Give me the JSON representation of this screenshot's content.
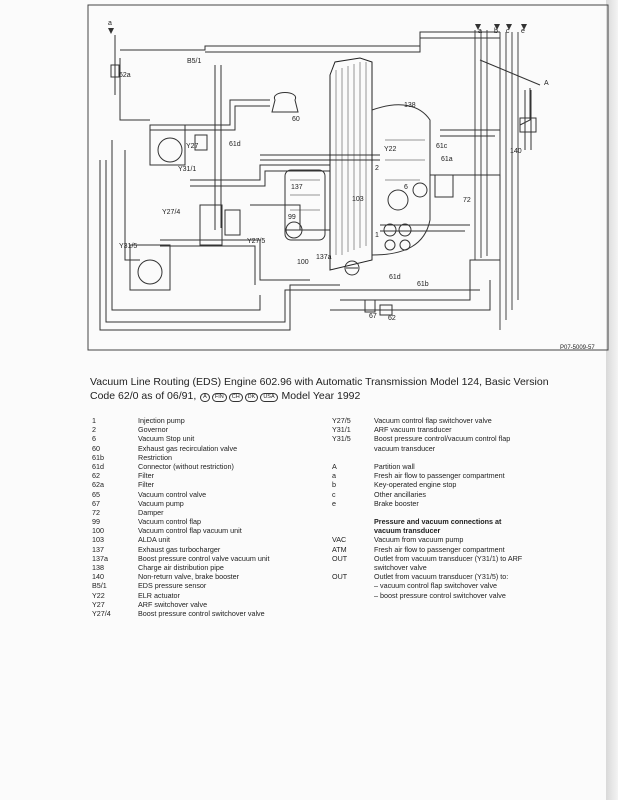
{
  "diagram": {
    "callouts": [
      {
        "id": "a_top_left",
        "text": "a"
      },
      {
        "id": "b51",
        "text": "B5/1"
      },
      {
        "id": "62a",
        "text": "62a"
      },
      {
        "id": "60",
        "text": "60"
      },
      {
        "id": "y27",
        "text": "Y27"
      },
      {
        "id": "y311",
        "text": "Y31/1"
      },
      {
        "id": "61d_upper",
        "text": "61d"
      },
      {
        "id": "138",
        "text": "138"
      },
      {
        "id": "y22",
        "text": "Y22"
      },
      {
        "id": "61c",
        "text": "61c"
      },
      {
        "id": "61a",
        "text": "61a"
      },
      {
        "id": "2",
        "text": "2"
      },
      {
        "id": "6",
        "text": "6"
      },
      {
        "id": "72",
        "text": "72"
      },
      {
        "id": "137",
        "text": "137"
      },
      {
        "id": "103",
        "text": "103"
      },
      {
        "id": "y274",
        "text": "Y27/4"
      },
      {
        "id": "99",
        "text": "99"
      },
      {
        "id": "y275",
        "text": "Y27/5"
      },
      {
        "id": "y315",
        "text": "Y31/5"
      },
      {
        "id": "100",
        "text": "100"
      },
      {
        "id": "137a",
        "text": "137a"
      },
      {
        "id": "1",
        "text": "1"
      },
      {
        "id": "61d_lower",
        "text": "61d"
      },
      {
        "id": "61b",
        "text": "61b"
      },
      {
        "id": "67",
        "text": "67"
      },
      {
        "id": "62",
        "text": "62"
      },
      {
        "id": "a_right",
        "text": "a"
      },
      {
        "id": "b_right",
        "text": "b"
      },
      {
        "id": "c_right",
        "text": "c"
      },
      {
        "id": "e_right",
        "text": "e"
      },
      {
        "id": "A_wall",
        "text": "A"
      },
      {
        "id": "140",
        "text": "140"
      },
      {
        "id": "ref",
        "text": "P07-5009-57"
      }
    ]
  },
  "caption": {
    "line1": "Vacuum Line Routing (EDS) Engine 602.96 with Automatic Transmission Model 124, Basic Version",
    "line2_prefix": "Code 62/0 as of 06/91,",
    "badges": [
      "A",
      "FIN",
      "CH",
      "DK",
      "USA"
    ],
    "line2_suffix": "Model Year 1992"
  },
  "legend_left": [
    {
      "code": "1",
      "desc": "Injection pump"
    },
    {
      "code": "2",
      "desc": "Governor"
    },
    {
      "code": "6",
      "desc": "Vacuum Stop unit"
    },
    {
      "code": "60",
      "desc": "Exhaust gas recirculation valve"
    },
    {
      "code": "61b",
      "desc": "Restriction"
    },
    {
      "code": "61d",
      "desc": "Connector (without restriction)"
    },
    {
      "code": "62",
      "desc": "Filter"
    },
    {
      "code": "62a",
      "desc": "Filter"
    },
    {
      "code": "65",
      "desc": "Vacuum control valve"
    },
    {
      "code": "67",
      "desc": "Vacuum pump"
    },
    {
      "code": "72",
      "desc": "Damper"
    },
    {
      "code": "99",
      "desc": "Vacuum control flap"
    },
    {
      "code": "100",
      "desc": "Vacuum control flap vacuum unit"
    },
    {
      "code": "103",
      "desc": "ALDA unit"
    },
    {
      "code": "137",
      "desc": "Exhaust gas turbocharger"
    },
    {
      "code": "137a",
      "desc": "Boost pressure control valve vacuum unit"
    },
    {
      "code": "138",
      "desc": "Charge air distribution pipe"
    },
    {
      "code": "140",
      "desc": "Non-return valve, brake booster"
    },
    {
      "code": "B5/1",
      "desc": "EDS pressure sensor"
    },
    {
      "code": "Y22",
      "desc": "ELR actuator"
    },
    {
      "code": "Y27",
      "desc": "ARF switchover valve"
    },
    {
      "code": "Y27/4",
      "desc": "Boost pressure control switchover valve"
    }
  ],
  "legend_right_top": [
    {
      "code": "Y27/5",
      "desc": "Vacuum control flap switchover valve"
    },
    {
      "code": "Y31/1",
      "desc": "ARF vacuum transducer"
    },
    {
      "code": "Y31/5",
      "desc": "Boost pressure control/vacuum control flap vacuum transducer"
    }
  ],
  "legend_right_mid": [
    {
      "code": "A",
      "desc": "Partition wall"
    },
    {
      "code": "a",
      "desc": "Fresh air flow to passenger compartment"
    },
    {
      "code": "b",
      "desc": "Key-operated engine stop"
    },
    {
      "code": "c",
      "desc": "Other ancillaries"
    },
    {
      "code": "e",
      "desc": "Brake booster"
    }
  ],
  "legend_right_heading": "Pressure and vacuum connections at vacuum transducer",
  "legend_right_bottom": [
    {
      "code": "VAC",
      "desc": "Vacuum from vacuum pump"
    },
    {
      "code": "ATM",
      "desc": "Fresh air flow to passenger compartment"
    },
    {
      "code": "OUT",
      "desc": "Outlet from vacuum transducer (Y31/1) to ARF switchover valve"
    },
    {
      "code": "OUT",
      "desc": "Outlet from vacuum transducer (Y31/5) to:"
    }
  ],
  "legend_right_bullets": [
    "–  vacuum control flap switchover valve",
    "–  boost pressure control switchover valve"
  ]
}
